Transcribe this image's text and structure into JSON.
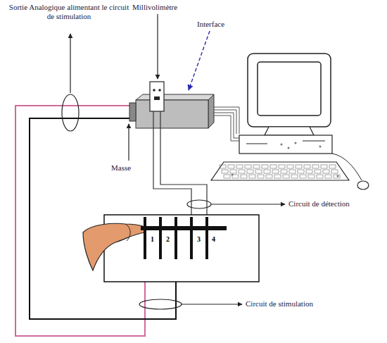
{
  "diagram": {
    "labels": [
      "Millivolimètre",
      "Interface",
      "Sortie Analogique alimentant le circuit de stimulation",
      "Masse",
      "Circuit de détection",
      "1",
      "2",
      "3",
      "4",
      "Circuit de stimulation"
    ]
  }
}
